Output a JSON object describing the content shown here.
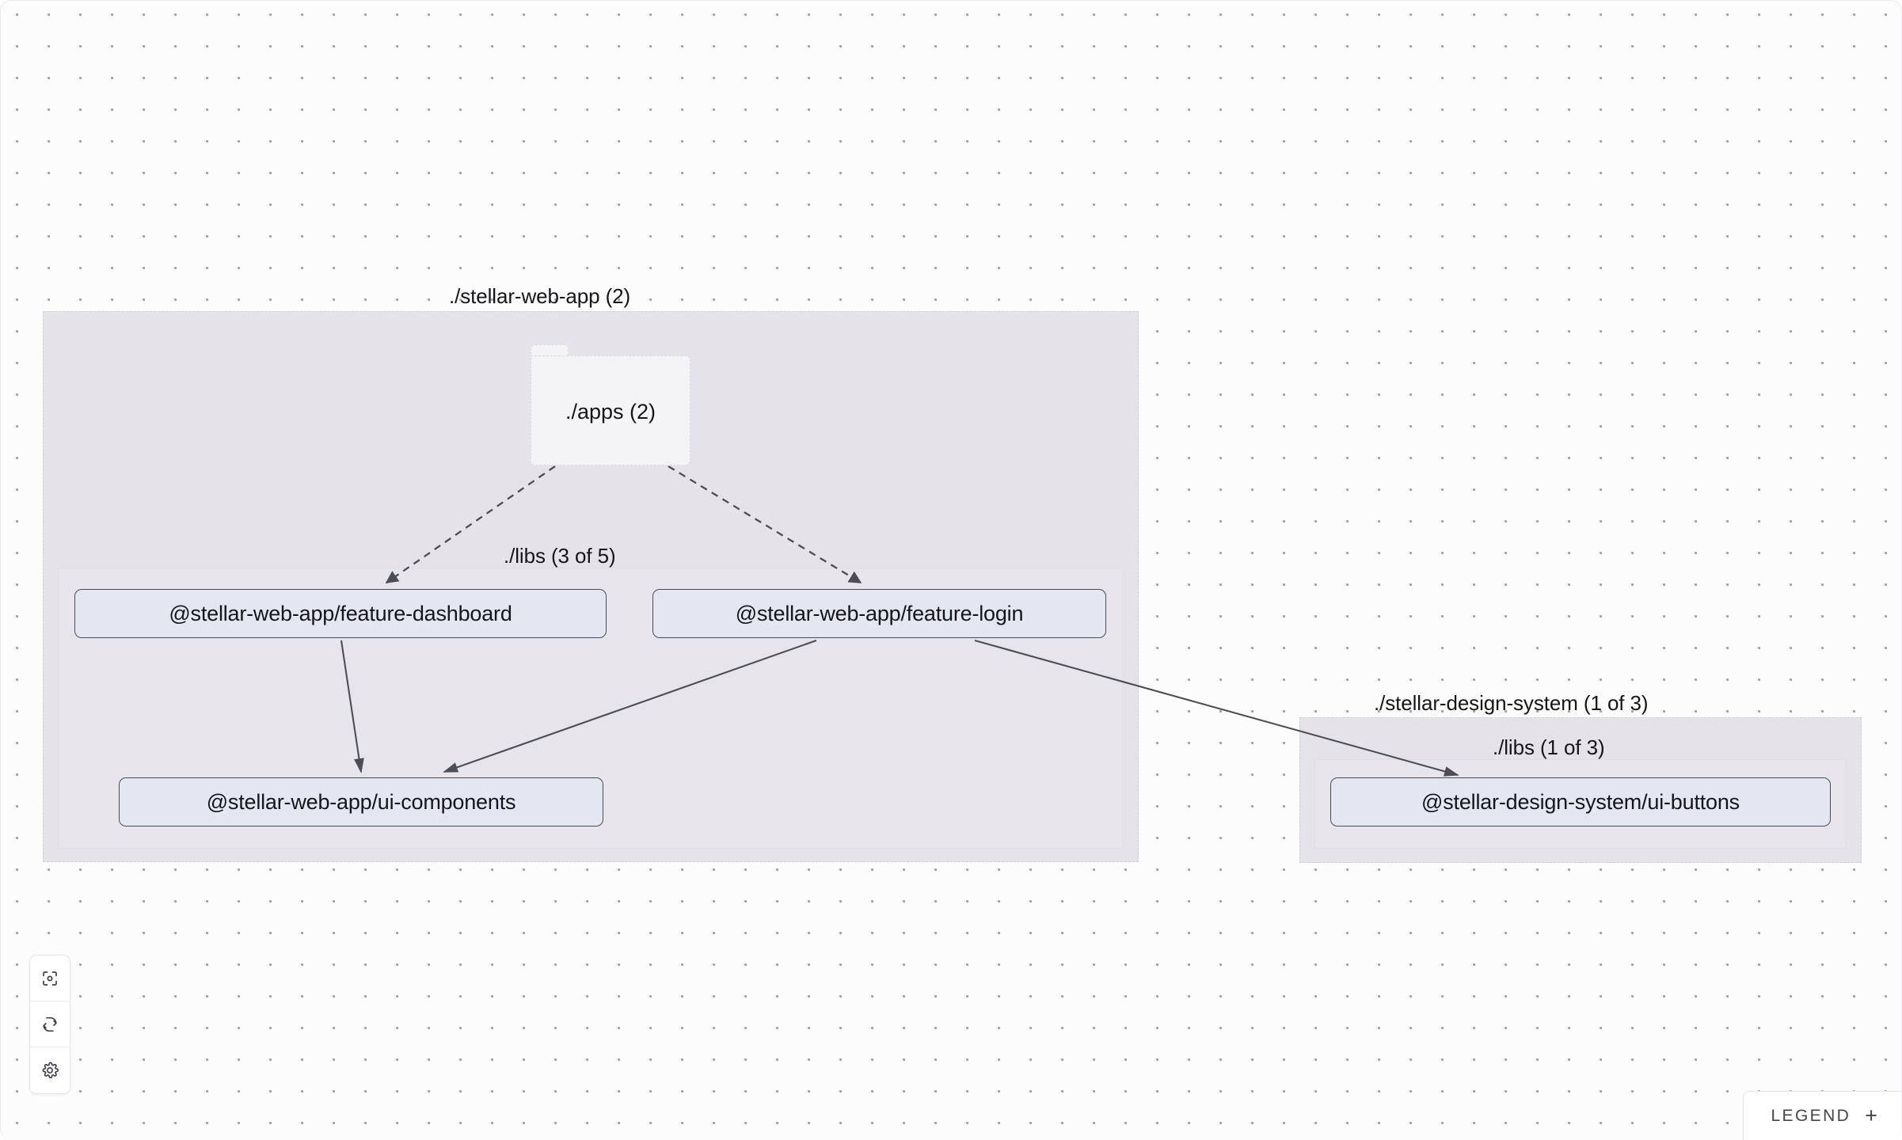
{
  "canvas": {
    "background_color": "#fcfcfd",
    "dot_color": "#9aa6b6"
  },
  "graph": {
    "groups": [
      {
        "id": "stellar-web-app",
        "label": "./stellar-web-app (2)",
        "subgroups": [
          {
            "id": "web-app-libs",
            "label": "./libs (3 of 5)"
          }
        ]
      },
      {
        "id": "stellar-design-system",
        "label": "./stellar-design-system (1 of 3)",
        "subgroups": [
          {
            "id": "design-system-libs",
            "label": "./libs (1 of 3)"
          }
        ]
      }
    ],
    "folder_nodes": [
      {
        "id": "apps",
        "label": "./apps (2)"
      }
    ],
    "nodes": [
      {
        "id": "feature-dashboard",
        "label": "@stellar-web-app/feature-dashboard"
      },
      {
        "id": "feature-login",
        "label": "@stellar-web-app/feature-login"
      },
      {
        "id": "ui-components",
        "label": "@stellar-web-app/ui-components"
      },
      {
        "id": "ui-buttons",
        "label": "@stellar-design-system/ui-buttons"
      }
    ],
    "edges": [
      {
        "from": "apps",
        "to": "feature-dashboard",
        "style": "dashed"
      },
      {
        "from": "apps",
        "to": "feature-login",
        "style": "dashed"
      },
      {
        "from": "feature-dashboard",
        "to": "ui-components",
        "style": "solid"
      },
      {
        "from": "feature-login",
        "to": "ui-components",
        "style": "solid"
      },
      {
        "from": "feature-login",
        "to": "ui-buttons",
        "style": "solid"
      }
    ],
    "node_colors": {
      "node_fill": "#e3e7f1",
      "node_border": "#4c4c57",
      "group_fill": "#e5e3e9",
      "group_border": "#cfcfd8",
      "folder_fill": "#f4f4f7",
      "edge_color": "#4d4d58"
    }
  },
  "toolbar": {
    "buttons": [
      {
        "id": "focus",
        "icon": "focus-target-icon"
      },
      {
        "id": "refresh",
        "icon": "refresh-sync-icon"
      },
      {
        "id": "settings",
        "icon": "gear-icon"
      }
    ]
  },
  "legend": {
    "label": "LEGEND",
    "expand_symbol": "+"
  }
}
